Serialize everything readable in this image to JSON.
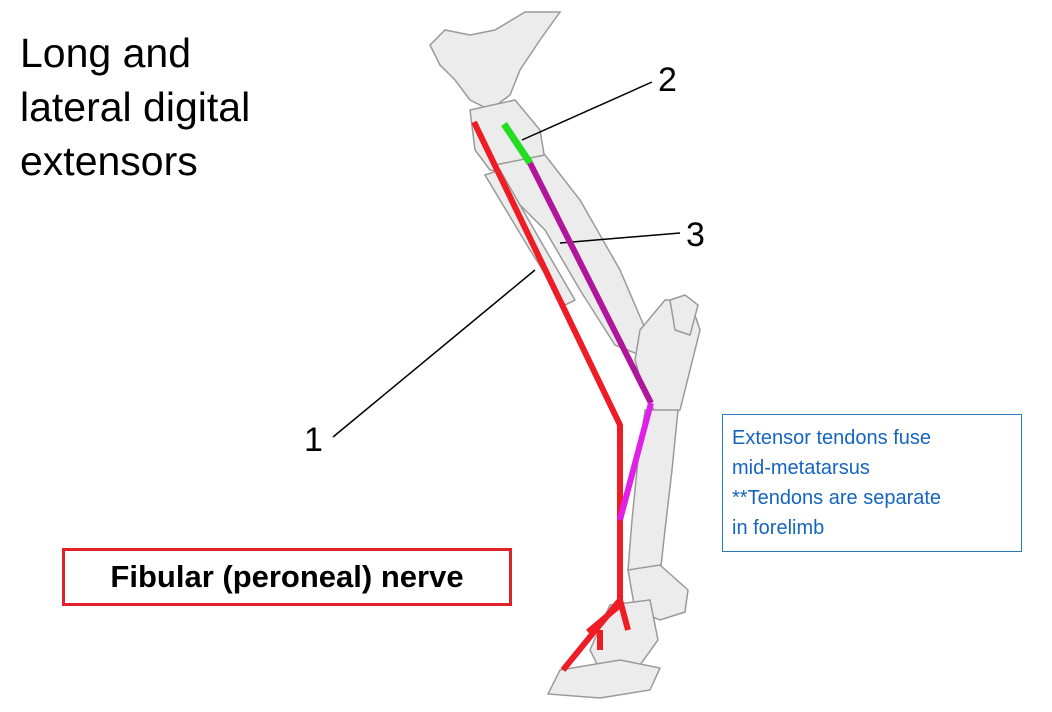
{
  "title": {
    "line1": "Long and",
    "line2": "lateral digital",
    "line3": "extensors"
  },
  "labels": {
    "one": "1",
    "two": "2",
    "three": "3"
  },
  "note": {
    "line1": "Extensor tendons fuse",
    "line2": "mid-metatarsus",
    "line3": "**Tendons are separate",
    "line4": "in forelimb"
  },
  "nerve_label": "Fibular (peroneal) nerve",
  "colors": {
    "nerve": "#ee1c24",
    "lateral_extensor": "#22dd22",
    "long_extensor_upper": "#b0169c",
    "long_extensor_lower": "#e020e8",
    "note_text": "#1565c0",
    "note_border": "#2a7ac0",
    "bone_fill": "#ececec",
    "bone_stroke": "#9a9a9a"
  }
}
